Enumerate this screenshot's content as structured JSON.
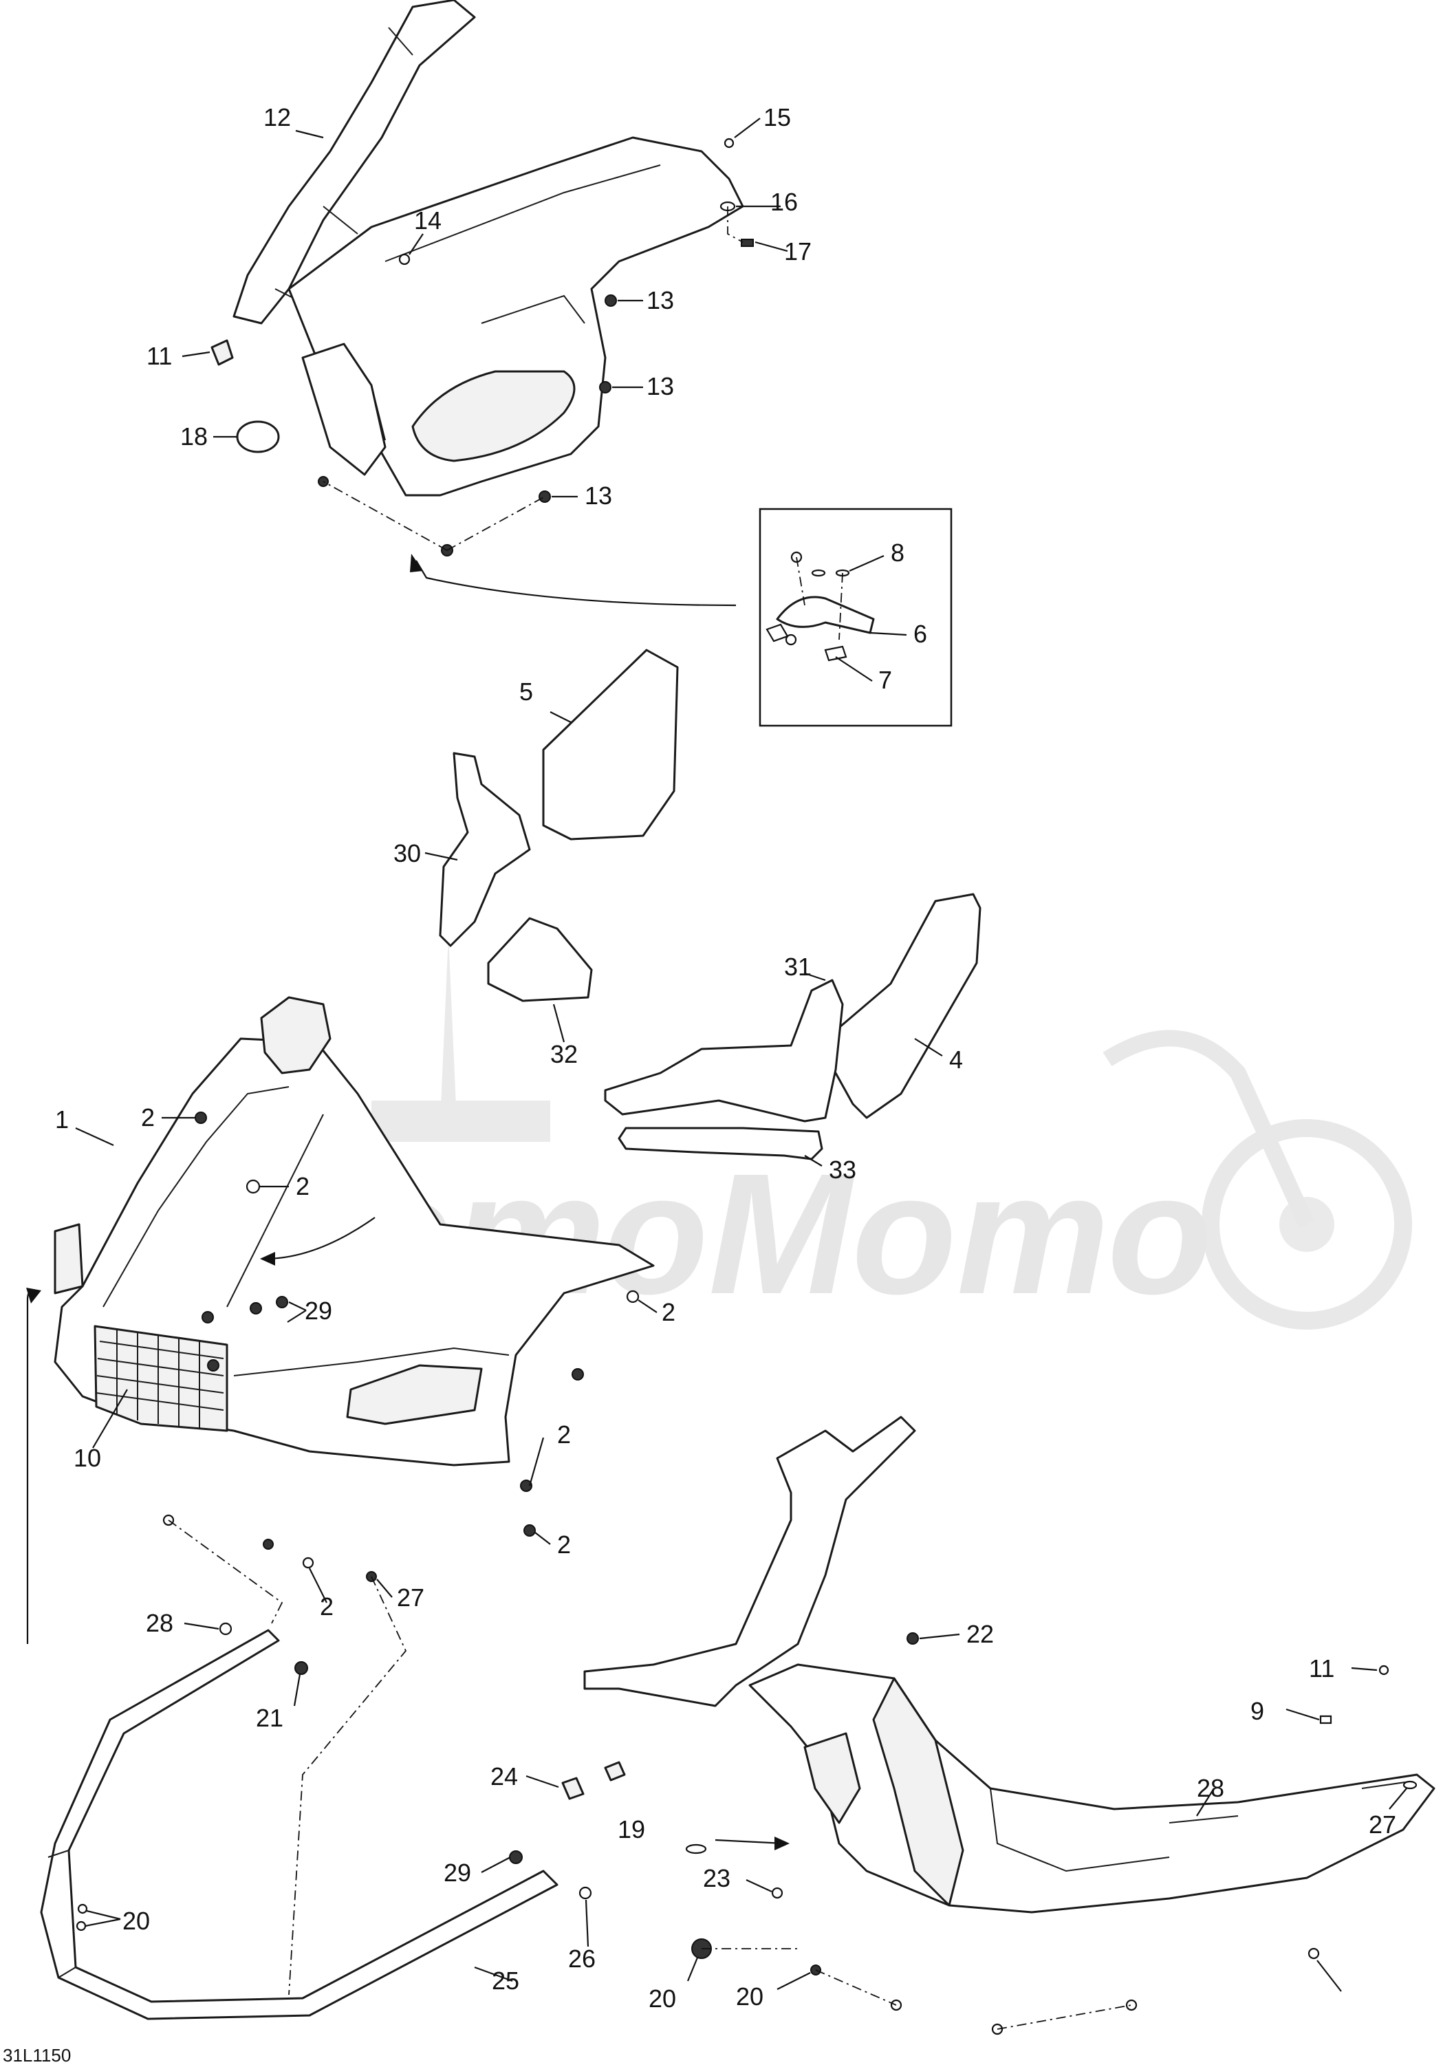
{
  "drawing_code": "31L1150",
  "watermark_text": "МотоМото",
  "callouts": [
    {
      "key": "c12",
      "label": "12"
    },
    {
      "key": "c15",
      "label": "15"
    },
    {
      "key": "c14",
      "label": "14"
    },
    {
      "key": "c16",
      "label": "16"
    },
    {
      "key": "c17",
      "label": "17"
    },
    {
      "key": "c13a",
      "label": "13"
    },
    {
      "key": "c11a",
      "label": "11"
    },
    {
      "key": "c13b",
      "label": "13"
    },
    {
      "key": "c18",
      "label": "18"
    },
    {
      "key": "c13c",
      "label": "13"
    },
    {
      "key": "c8",
      "label": "8"
    },
    {
      "key": "c6",
      "label": "6"
    },
    {
      "key": "c7",
      "label": "7"
    },
    {
      "key": "c5",
      "label": "5"
    },
    {
      "key": "c30",
      "label": "30"
    },
    {
      "key": "c31",
      "label": "31"
    },
    {
      "key": "c32",
      "label": "32"
    },
    {
      "key": "c4",
      "label": "4"
    },
    {
      "key": "c2a",
      "label": "2"
    },
    {
      "key": "c1",
      "label": "1"
    },
    {
      "key": "c33",
      "label": "33"
    },
    {
      "key": "c2b",
      "label": "2"
    },
    {
      "key": "c29a",
      "label": "29"
    },
    {
      "key": "c2c",
      "label": "2"
    },
    {
      "key": "c10",
      "label": "10"
    },
    {
      "key": "c2d",
      "label": "2"
    },
    {
      "key": "c2e",
      "label": "2"
    },
    {
      "key": "c2f",
      "label": "2"
    },
    {
      "key": "c27a",
      "label": "27"
    },
    {
      "key": "c28a",
      "label": "28"
    },
    {
      "key": "c21",
      "label": "21"
    },
    {
      "key": "c22",
      "label": "22"
    },
    {
      "key": "c11b",
      "label": "11"
    },
    {
      "key": "c24",
      "label": "24"
    },
    {
      "key": "c9",
      "label": "9"
    },
    {
      "key": "c19",
      "label": "19"
    },
    {
      "key": "c28b",
      "label": "28"
    },
    {
      "key": "c29b",
      "label": "29"
    },
    {
      "key": "c20a",
      "label": "20"
    },
    {
      "key": "c23",
      "label": "23"
    },
    {
      "key": "c27b",
      "label": "27"
    },
    {
      "key": "c26",
      "label": "26"
    },
    {
      "key": "c25",
      "label": "25"
    },
    {
      "key": "c20b",
      "label": "20"
    },
    {
      "key": "c20c",
      "label": "20"
    }
  ]
}
